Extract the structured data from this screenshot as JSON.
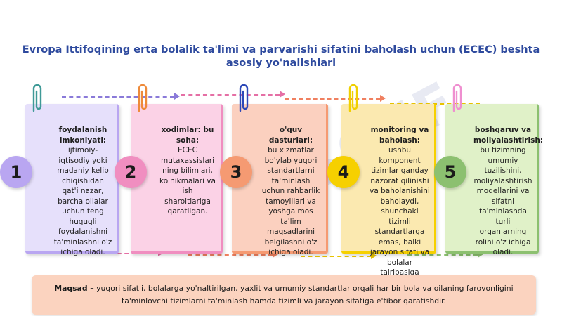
{
  "title": "Evropa Ittifoqining erta bolalik ta'limi va parvarishi sifatini baholash uchun (ECEC) beshta asosiy yo'nalishlari",
  "watermark": "SOFF",
  "steps": [
    {
      "number": "1",
      "heading": "foydalanish imkoniyati:",
      "body": "ijtimoiy-iqtisodiy yoki madaniy kelib chiqishidan qat'i nazar, barcha oilalar uchun teng huquqli foydalanishni ta'minlashni o'z ichiga oladi.",
      "card_color": "#e6e0fb",
      "circle_color": "#b9a6f1",
      "clip_color": "#3f9a97"
    },
    {
      "number": "2",
      "heading": "xodimlar: bu soha:",
      "body": "ECEC mutaxassislari ning bilimlari, ko'nikmalari va ish sharoitlariga qaratilgan.",
      "card_color": "#fbd2e6",
      "circle_color": "#f08ec0",
      "clip_color": "#ee8a3a"
    },
    {
      "number": "3",
      "heading": "o'quv dasturlari:",
      "body": "bu xizmatlar bo'ylab yuqori standartlarni ta'minlash uchun rahbarlik tamoyillari va yoshga mos ta'lim maqsadlarini belgilashni o'z ichiga oladi.",
      "card_color": "#fbd0bf",
      "circle_color": "#f59a72",
      "clip_color": "#2d48b8"
    },
    {
      "number": "4",
      "heading": "monitoring va baholash:",
      "body": "ushbu komponent tizimlar qanday nazorat qilinishi va baholanishini baholaydi, shunchaki tizimli standartlarga emas, balki jarayon sifati va bolalar tajribasiga ko'proq e'tibor qaratishga harakat qiladi.",
      "card_color": "#fbe9b0",
      "circle_color": "#f6d000",
      "clip_color": "#f0d000"
    },
    {
      "number": "5",
      "heading": "boshqaruv va moliyalashtirish:",
      "body": "bu tizimning umumiy tuzilishini, moliyalashtirish modellarini va sifatni ta'minlashda turli organlarning rolini o'z ichiga oladi.",
      "card_color": "#e0f1c8",
      "circle_color": "#8cc070",
      "clip_color": "#ef8fd0"
    }
  ],
  "goal": {
    "label": "Maqsad –",
    "text": "yuqori sifatli, bolalarga yo'naltirilgan, yaxlit va umumiy standartlar orqali har bir bola va oilaning farovonligini ta'minlovchi tizimlarni ta'minlash hamda tizimli va jarayon sifatiga e'tibor qaratishdir."
  }
}
